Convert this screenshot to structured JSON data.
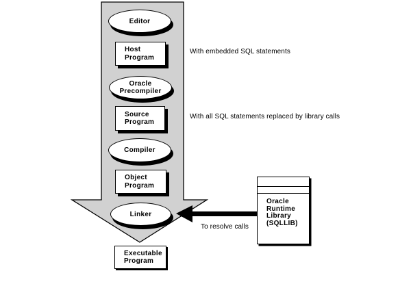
{
  "diagram": {
    "flow_nodes": {
      "editor": {
        "label": "Editor",
        "shape": "ellipse"
      },
      "host": {
        "label": "Host\nProgram",
        "shape": "rect"
      },
      "precompiler": {
        "label": "Oracle\nPrecompiler",
        "shape": "ellipse"
      },
      "source": {
        "label": "Source\nProgram",
        "shape": "rect"
      },
      "compiler": {
        "label": "Compiler",
        "shape": "ellipse"
      },
      "object": {
        "label": "Object\nProgram",
        "shape": "rect"
      },
      "linker": {
        "label": "Linker",
        "shape": "ellipse"
      },
      "executable": {
        "label": "Executable\nProgram",
        "shape": "rect"
      }
    },
    "library_box": {
      "label": "Oracle\nRuntime\nLibrary\n(SQLLIB)"
    },
    "annotations": {
      "embedded": "With embedded SQL statements",
      "replaced": "With all SQL statements replaced by library calls",
      "resolve": "To resolve calls"
    },
    "colors": {
      "arrow_fill": "#d1d1d1",
      "node_fill": "#ffffff",
      "line": "#000000",
      "background": "#ffffff"
    }
  }
}
